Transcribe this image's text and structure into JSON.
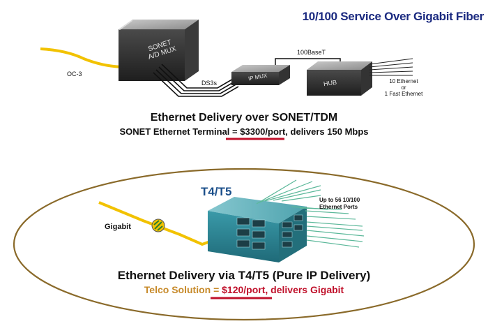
{
  "title": "10/100 Service Over Gigabit Fiber",
  "top_diagram": {
    "oc3_label": "OC-3",
    "sonet_box_line1": "SONET",
    "sonet_box_line2": "A/D MUX",
    "ds3s_label": "DS3s",
    "ipmux_label": "IP MUX",
    "link_label": "100BaseT",
    "hub_label": "HUB",
    "hub_out_line1": "10 Ethernet",
    "hub_out_line2": "or",
    "hub_out_line3": "1 Fast Ethernet",
    "heading": "Ethernet Delivery over SONET/TDM",
    "sub_prefix": "SONET Ethernet Terminal = ",
    "sub_price": "$3300/port",
    "sub_suffix": ", delivers 150 Mbps"
  },
  "bottom_diagram": {
    "product_label": "T4/T5",
    "gigabit_label": "Gigabit",
    "ports_line1": "Up to 56 10/100",
    "ports_line2": "Ethernet Ports",
    "heading": "Ethernet Delivery via T4/T5 (Pure IP Delivery)",
    "sub_prefix": "Telco Solution = ",
    "sub_price": "$120/port",
    "sub_suffix": ", delivers Gigabit"
  },
  "colors": {
    "title": "#1b2a80",
    "price_red": "#c0102a",
    "telco_gold": "#c78a2a",
    "fiber_yellow": "#f2c200",
    "ellipse": "#8a6a2a",
    "device_teal": "#2d8a9a",
    "port_lines": "#5cb89a"
  }
}
